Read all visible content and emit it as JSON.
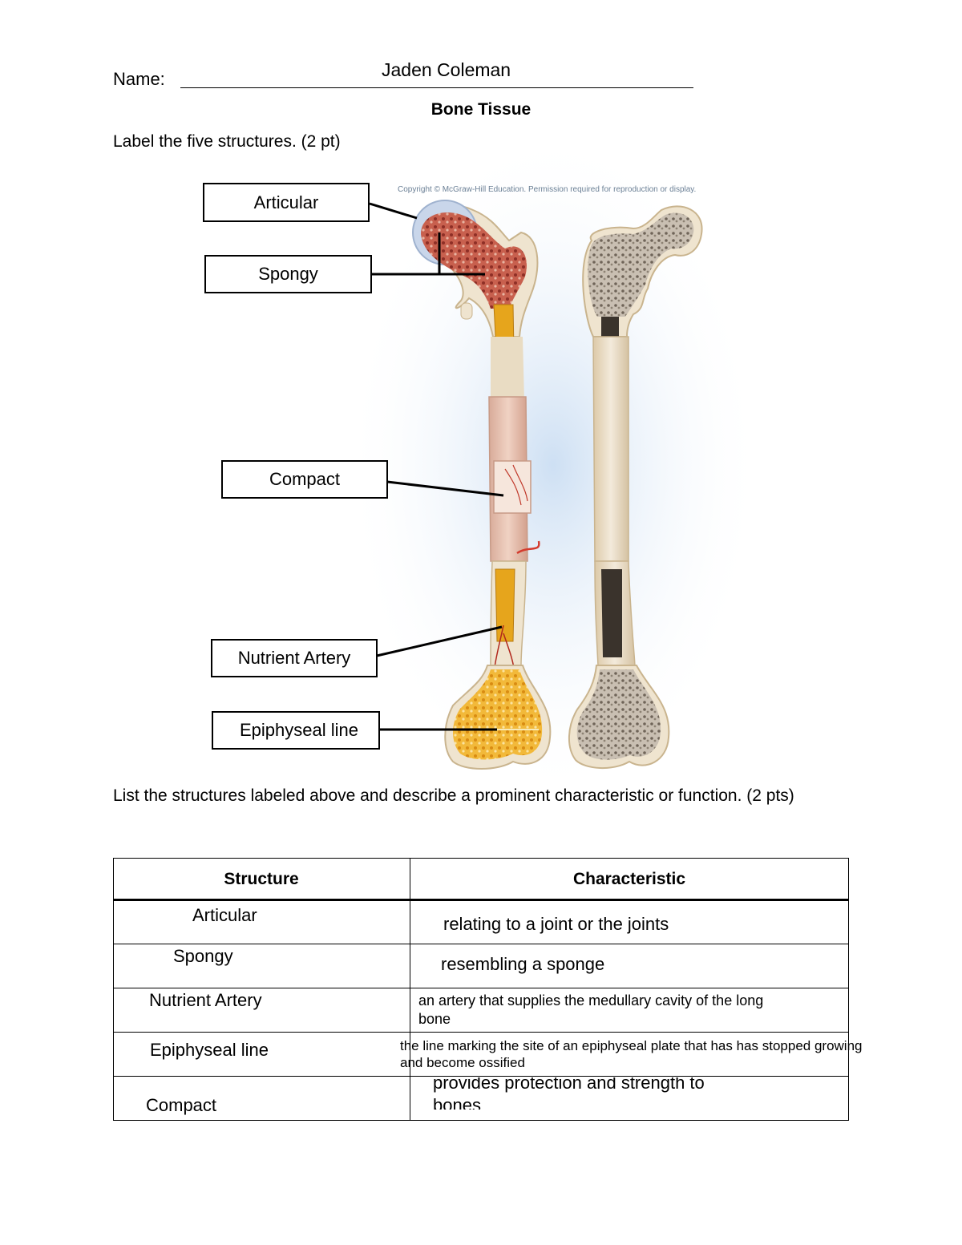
{
  "header": {
    "name_label": "Name:",
    "name_value": "Jaden Coleman",
    "title": "Bone Tissue",
    "instruction_1": "Label the five structures. (2 pt)",
    "copyright": "Copyright © McGraw-Hill Education. Permission required for reproduction or display."
  },
  "diagram": {
    "labels": [
      "Articular",
      "Spongy",
      "Compact",
      "Nutrient Artery",
      "Epiphyseal line"
    ]
  },
  "instruction_2": "List the structures labeled above and describe a prominent characteristic or function. (2 pts)",
  "table": {
    "headers": [
      "Structure",
      "Characteristic"
    ],
    "rows": [
      {
        "structure": "Articular",
        "characteristic": "relating to a joint or the joints"
      },
      {
        "structure": "Spongy",
        "characteristic": "resembling a sponge"
      },
      {
        "structure": "Nutrient Artery",
        "characteristic": "an artery that supplies the medullary cavity of the long bone"
      },
      {
        "structure": "Epiphyseal line",
        "characteristic": "the line marking the site of an epiphyseal plate that has has stopped growing and become ossified"
      },
      {
        "structure": "Compact",
        "characteristic": "provides protection and strength to bones"
      }
    ]
  },
  "colors": {
    "ink": "#000000",
    "marrow_yellow": "#e6a51c",
    "spongy_red": "#b5443a",
    "bone_ivory": "#efe4cf",
    "background_glow": "#cfe0f3"
  }
}
